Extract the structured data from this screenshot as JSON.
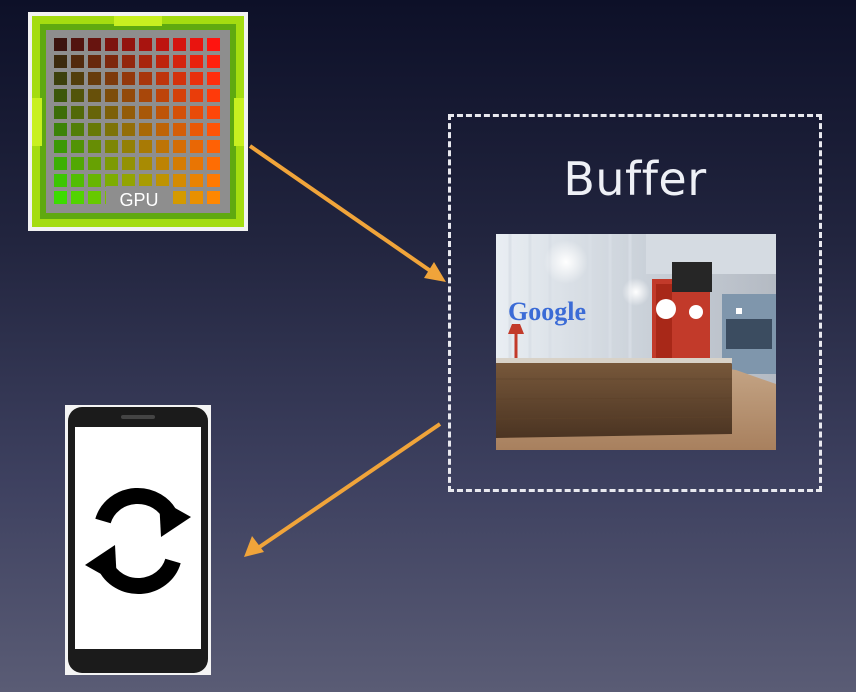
{
  "gpu": {
    "label": "GPU"
  },
  "buffer": {
    "label": "Buffer"
  },
  "photo": {
    "logo_text": "Google"
  },
  "colors": {
    "arrow": "#f0a43a",
    "dashed_border": "#e9e9ef",
    "chip_border": "#99d01a"
  },
  "icons": {
    "phone": "smartphone-icon",
    "refresh": "refresh-icon",
    "gpu": "gpu-chip-icon"
  }
}
